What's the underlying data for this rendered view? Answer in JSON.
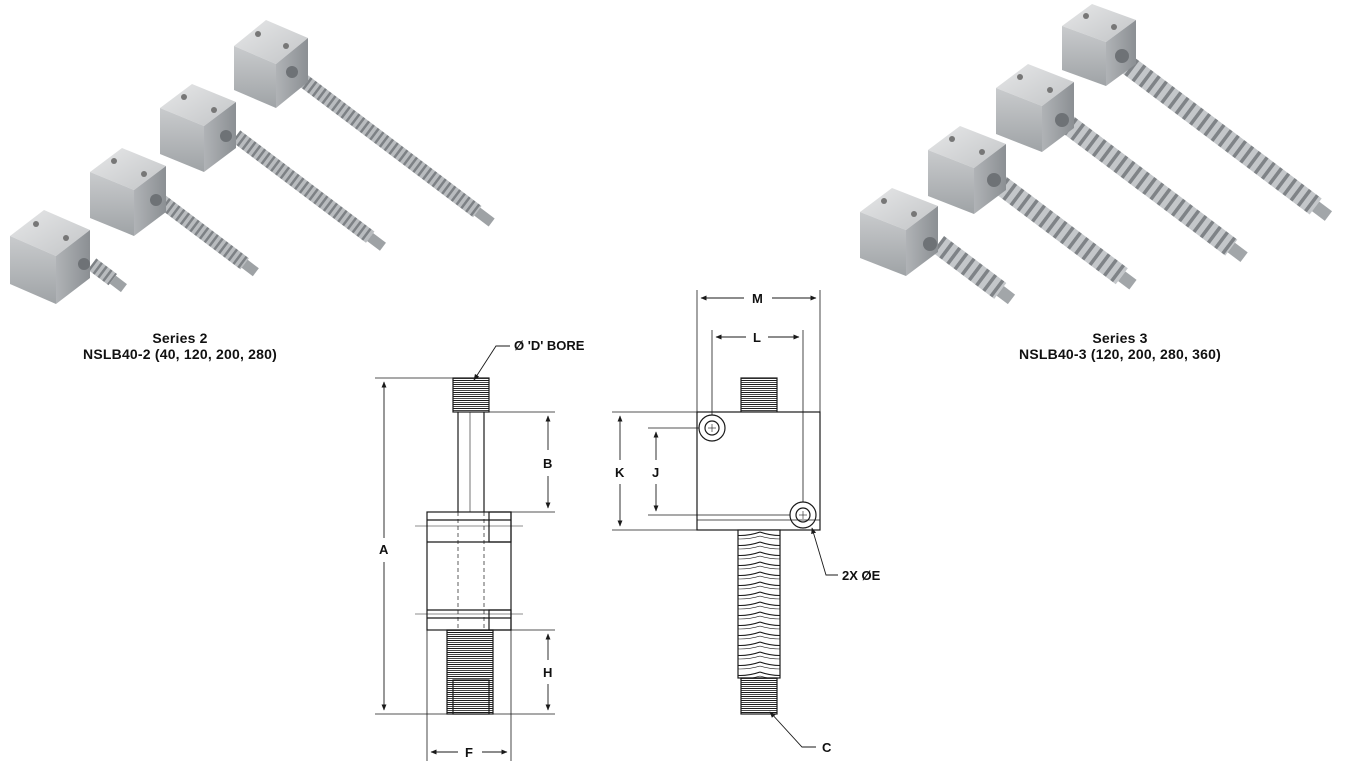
{
  "series2": {
    "title": "Series 2",
    "models": "NSLB40-2 (40, 120, 200, 280)"
  },
  "series3": {
    "title": "Series 3",
    "models": "NSLB40-3 (120, 200, 280, 360)"
  },
  "side_view": {
    "bore_label": "Ø 'D' BORE",
    "dim_a": "A",
    "dim_b": "B",
    "dim_h": "H",
    "dim_f": "F"
  },
  "front_view": {
    "dim_m": "M",
    "dim_l": "L",
    "dim_k": "K",
    "dim_j": "J",
    "holes_label": "2X ØE",
    "thread_label": "C"
  },
  "colors": {
    "line": "#1a1a1a",
    "steel_light": "#d4d6d8",
    "steel_mid": "#b7babd",
    "steel_dark": "#8d9195"
  }
}
